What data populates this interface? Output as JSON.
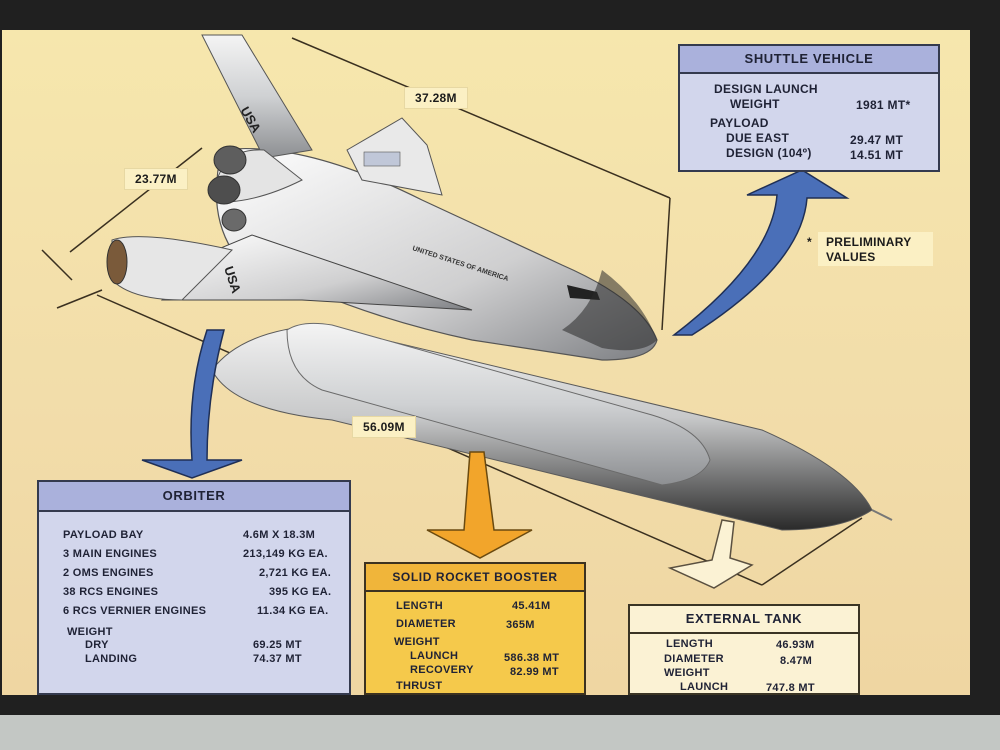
{
  "dimensions": {
    "overall_length": "37.28M",
    "wingspan": "23.77M",
    "stack_length": "56.09M"
  },
  "shuttle_vehicle": {
    "title": "SHUTTLE VEHICLE",
    "launch_weight_label_1": "DESIGN LAUNCH",
    "launch_weight_label_2": "WEIGHT",
    "launch_weight_value": "1981 MT*",
    "payload_label": "PAYLOAD",
    "due_east_label": "DUE EAST",
    "due_east_value": "29.47 MT",
    "design_label": "DESIGN (104º)",
    "design_value": "14.51 MT"
  },
  "preliminary_note": {
    "asterisk": "*",
    "line1": "PRELIMINARY",
    "line2": "VALUES"
  },
  "orbiter": {
    "title": "ORBITER",
    "rows": [
      {
        "label": "PAYLOAD BAY",
        "value": "4.6M X 18.3M"
      },
      {
        "label": "3 MAIN ENGINES",
        "value": "213,149 KG EA."
      },
      {
        "label": "2 OMS ENGINES",
        "value": "2,721 KG EA."
      },
      {
        "label": "38 RCS ENGINES",
        "value": "395 KG EA."
      },
      {
        "label": "6 RCS VERNIER ENGINES",
        "value": "11.34 KG EA."
      }
    ],
    "weight_label": "WEIGHT",
    "dry_label": "DRY",
    "dry_value": "69.25 MT",
    "landing_label": "LANDING",
    "landing_value": "74.37 MT"
  },
  "solid_rocket_booster": {
    "title": "SOLID ROCKET BOOSTER",
    "length_label": "LENGTH",
    "length_value": "45.41M",
    "diameter_label": "DIAMETER",
    "diameter_value": "365M",
    "weight_label": "WEIGHT",
    "launch_label": "LAUNCH",
    "launch_value": "586.38 MT",
    "recovery_label": "RECOVERY",
    "recovery_value": "82.99 MT",
    "thrust_label": "THRUST"
  },
  "external_tank": {
    "title": "EXTERNAL TANK",
    "length_label": "LENGTH",
    "length_value": "46.93M",
    "diameter_label": "DIAMETER",
    "diameter_value": "8.47M",
    "weight_label": "WEIGHT",
    "launch_label": "LAUNCH",
    "launch_value": "747.8 MT"
  },
  "markings": {
    "tail": "USA",
    "wing": "USA",
    "fuselage": "UNITED STATES OF AMERICA"
  },
  "colors": {
    "poster_bg": "#f4e2a8",
    "blue_box": "#d2d6ec",
    "gold_box": "#f5c94b",
    "blue_arrow": "#4a6fb8",
    "gold_arrow": "#f2a52b"
  }
}
